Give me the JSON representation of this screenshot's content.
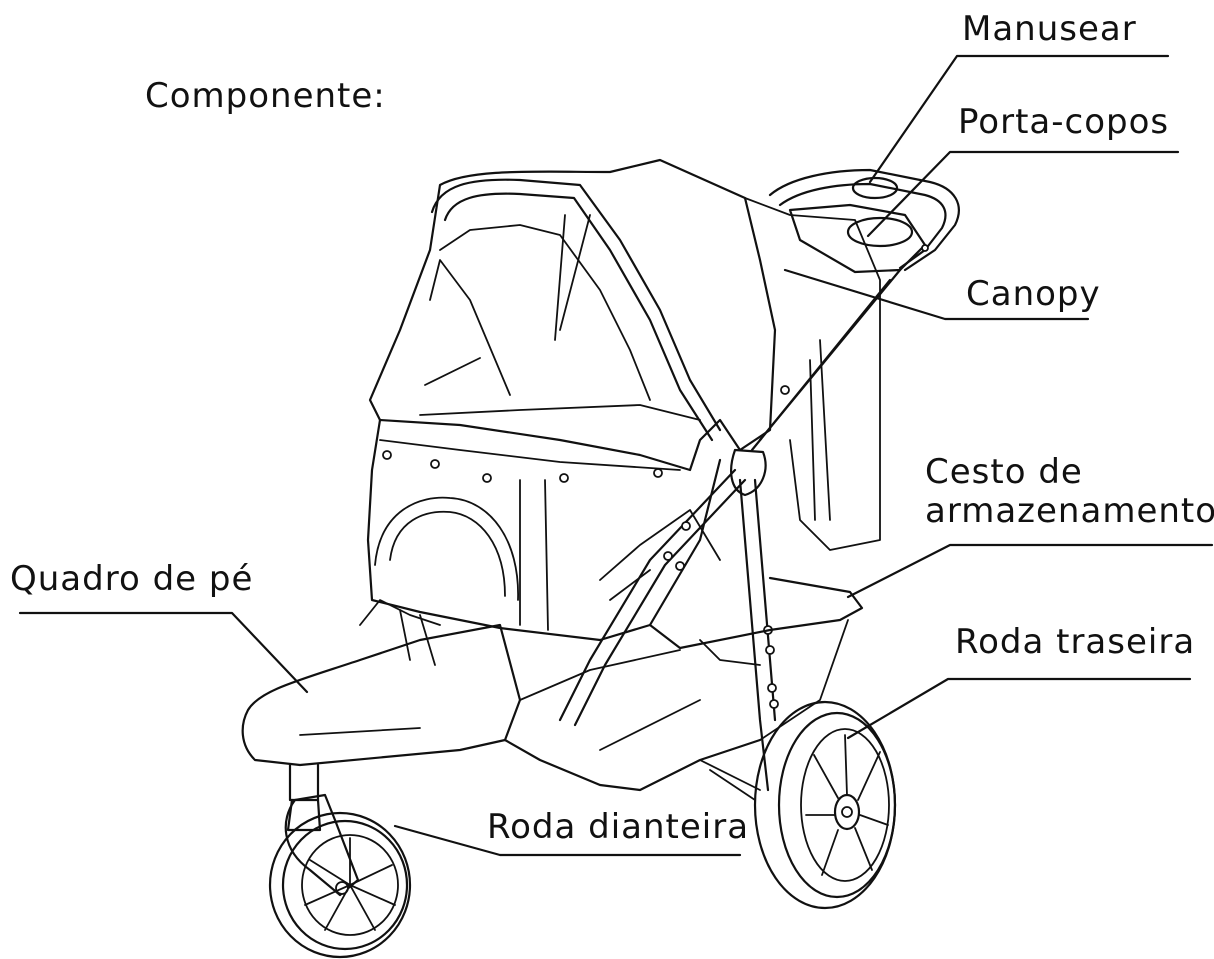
{
  "heading": "Componente:",
  "labels": {
    "handle": "Manusear",
    "cup_holder": "Porta-copos",
    "canopy": "Canopy",
    "storage_basket_line1": "Cesto de",
    "storage_basket_line2": "armazenamento",
    "foot_frame": "Quadro de pé",
    "rear_wheel": "Roda traseira",
    "front_wheel": "Roda dianteira"
  }
}
